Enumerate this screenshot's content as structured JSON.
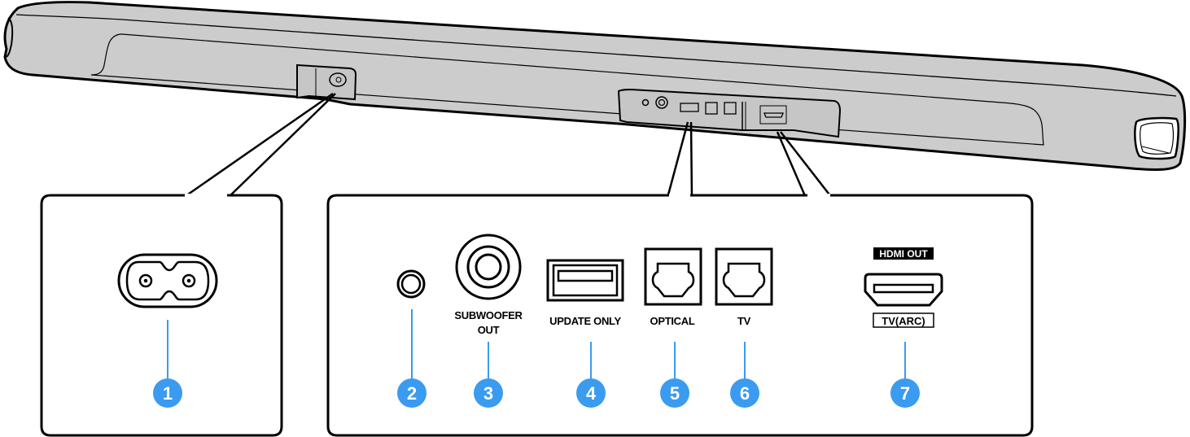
{
  "diagram": {
    "title_visible": false,
    "subject": "Sound bar rear panel connectors",
    "colors": {
      "body_fill": "#cccccc",
      "outline": "#000000",
      "callout_blue": "#3a9bf0",
      "background": "#ffffff"
    },
    "callouts": [
      {
        "number": "1",
        "label": "",
        "icon": "ac-power-inlet-icon"
      },
      {
        "number": "2",
        "label": "",
        "icon": "mini-jack-icon"
      },
      {
        "number": "3",
        "label": "SUBWOOFER\nOUT",
        "label_lines": [
          "SUBWOOFER",
          "OUT"
        ],
        "icon": "rca-jack-icon"
      },
      {
        "number": "4",
        "label": "UPDATE ONLY",
        "label_lines": [
          "UPDATE ONLY"
        ],
        "icon": "usb-port-icon"
      },
      {
        "number": "5",
        "label": "OPTICAL",
        "label_lines": [
          "OPTICAL"
        ],
        "icon": "optical-port-icon"
      },
      {
        "number": "6",
        "label": "TV",
        "label_lines": [
          "TV"
        ],
        "icon": "optical-port-icon"
      },
      {
        "number": "7",
        "label": "TV(ARC)",
        "top_tag": "HDMI OUT",
        "label_lines": [
          "TV(ARC)"
        ],
        "icon": "hdmi-port-icon"
      }
    ]
  }
}
